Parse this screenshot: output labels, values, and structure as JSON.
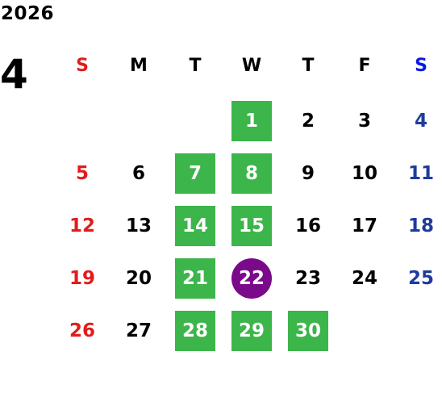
{
  "calendar": {
    "year": "2026",
    "month": "4",
    "weekdays": [
      {
        "label": "S",
        "color": "#e21c1c"
      },
      {
        "label": "M",
        "color": "#000000"
      },
      {
        "label": "T",
        "color": "#000000"
      },
      {
        "label": "W",
        "color": "#000000"
      },
      {
        "label": "T",
        "color": "#000000"
      },
      {
        "label": "F",
        "color": "#000000"
      },
      {
        "label": "S",
        "color": "#0b19e0"
      }
    ],
    "first_weekday_index": 3,
    "days": [
      {
        "label": "1",
        "style": "highlight"
      },
      {
        "label": "2",
        "style": "normal"
      },
      {
        "label": "3",
        "style": "normal"
      },
      {
        "label": "4",
        "style": "saturday"
      },
      {
        "label": "5",
        "style": "sunday"
      },
      {
        "label": "6",
        "style": "normal"
      },
      {
        "label": "7",
        "style": "highlight"
      },
      {
        "label": "8",
        "style": "highlight"
      },
      {
        "label": "9",
        "style": "normal"
      },
      {
        "label": "10",
        "style": "normal"
      },
      {
        "label": "11",
        "style": "saturday"
      },
      {
        "label": "12",
        "style": "sunday"
      },
      {
        "label": "13",
        "style": "normal"
      },
      {
        "label": "14",
        "style": "highlight"
      },
      {
        "label": "15",
        "style": "highlight"
      },
      {
        "label": "16",
        "style": "normal"
      },
      {
        "label": "17",
        "style": "normal"
      },
      {
        "label": "18",
        "style": "saturday"
      },
      {
        "label": "19",
        "style": "sunday"
      },
      {
        "label": "20",
        "style": "normal"
      },
      {
        "label": "21",
        "style": "highlight"
      },
      {
        "label": "22",
        "style": "today"
      },
      {
        "label": "23",
        "style": "normal"
      },
      {
        "label": "24",
        "style": "normal"
      },
      {
        "label": "25",
        "style": "saturday"
      },
      {
        "label": "26",
        "style": "sunday"
      },
      {
        "label": "27",
        "style": "normal"
      },
      {
        "label": "28",
        "style": "highlight"
      },
      {
        "label": "29",
        "style": "highlight"
      },
      {
        "label": "30",
        "style": "highlight"
      }
    ],
    "colors": {
      "sunday": "#e21c1c",
      "saturday": "#1d3c9c",
      "normal": "#000000",
      "highlight_bg": "#3cb54a",
      "today_bg": "#7a0a8a",
      "highlight_text": "#ffffff"
    }
  }
}
